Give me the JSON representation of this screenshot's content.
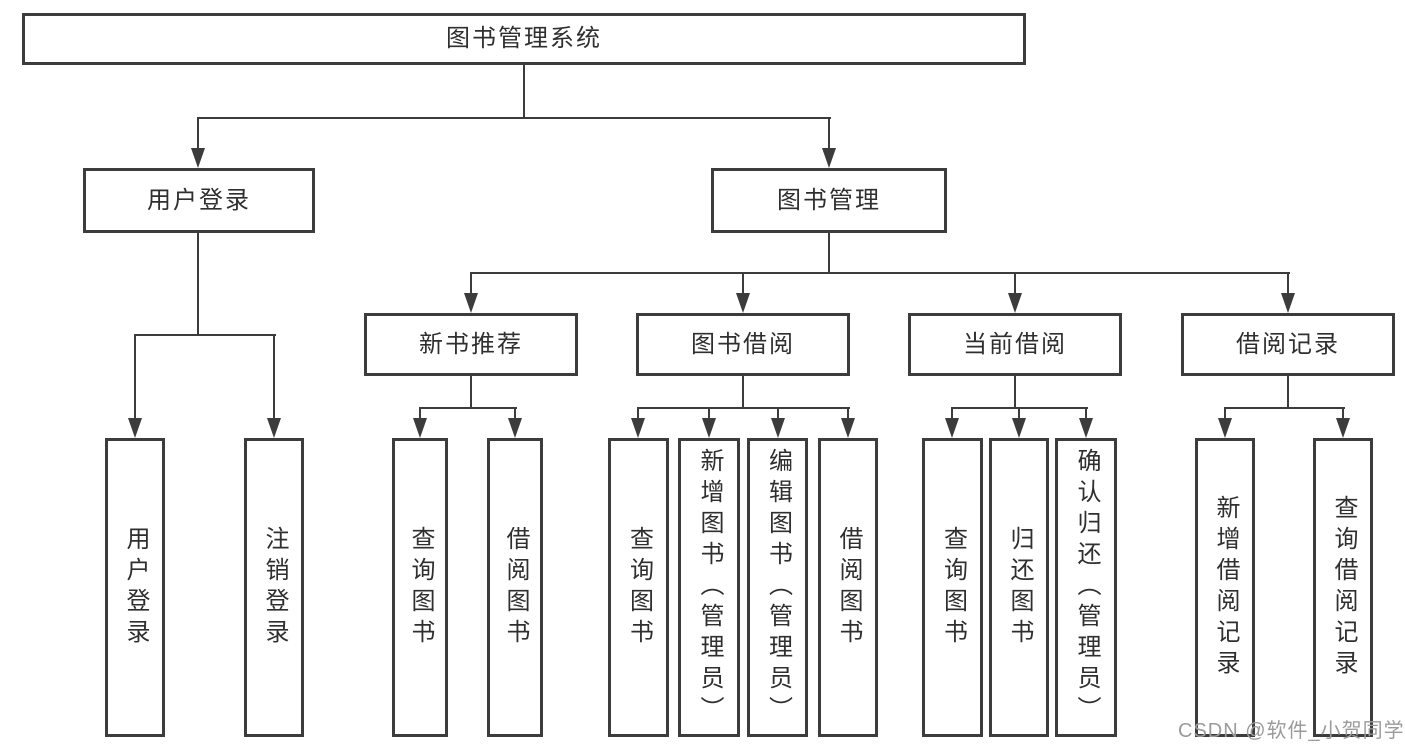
{
  "colors": {
    "line": "#3c3c3c",
    "text": "#2f2f2f",
    "background": "#ffffff",
    "watermark": "#9b9b9b"
  },
  "hierarchy": {
    "root": "图书管理系统",
    "children": [
      {
        "label": "用户登录",
        "leaves": [
          "用户登录",
          "注销登录"
        ]
      },
      {
        "label": "图书管理",
        "children": [
          {
            "label": "新书推荐",
            "leaves": [
              "查询图书",
              "借阅图书"
            ]
          },
          {
            "label": "图书借阅",
            "leaves": [
              "查询图书",
              "新增图书（管理员）",
              "编辑图书（管理员）",
              "借阅图书"
            ]
          },
          {
            "label": "当前借阅",
            "leaves": [
              "查询图书",
              "归还图书",
              "确认归还（管理员）"
            ]
          },
          {
            "label": "借阅记录",
            "leaves": [
              "新增借阅记录",
              "查询借阅记录"
            ]
          }
        ]
      }
    ]
  },
  "watermark": {
    "text": "CSDN @软件_小贺同学"
  }
}
